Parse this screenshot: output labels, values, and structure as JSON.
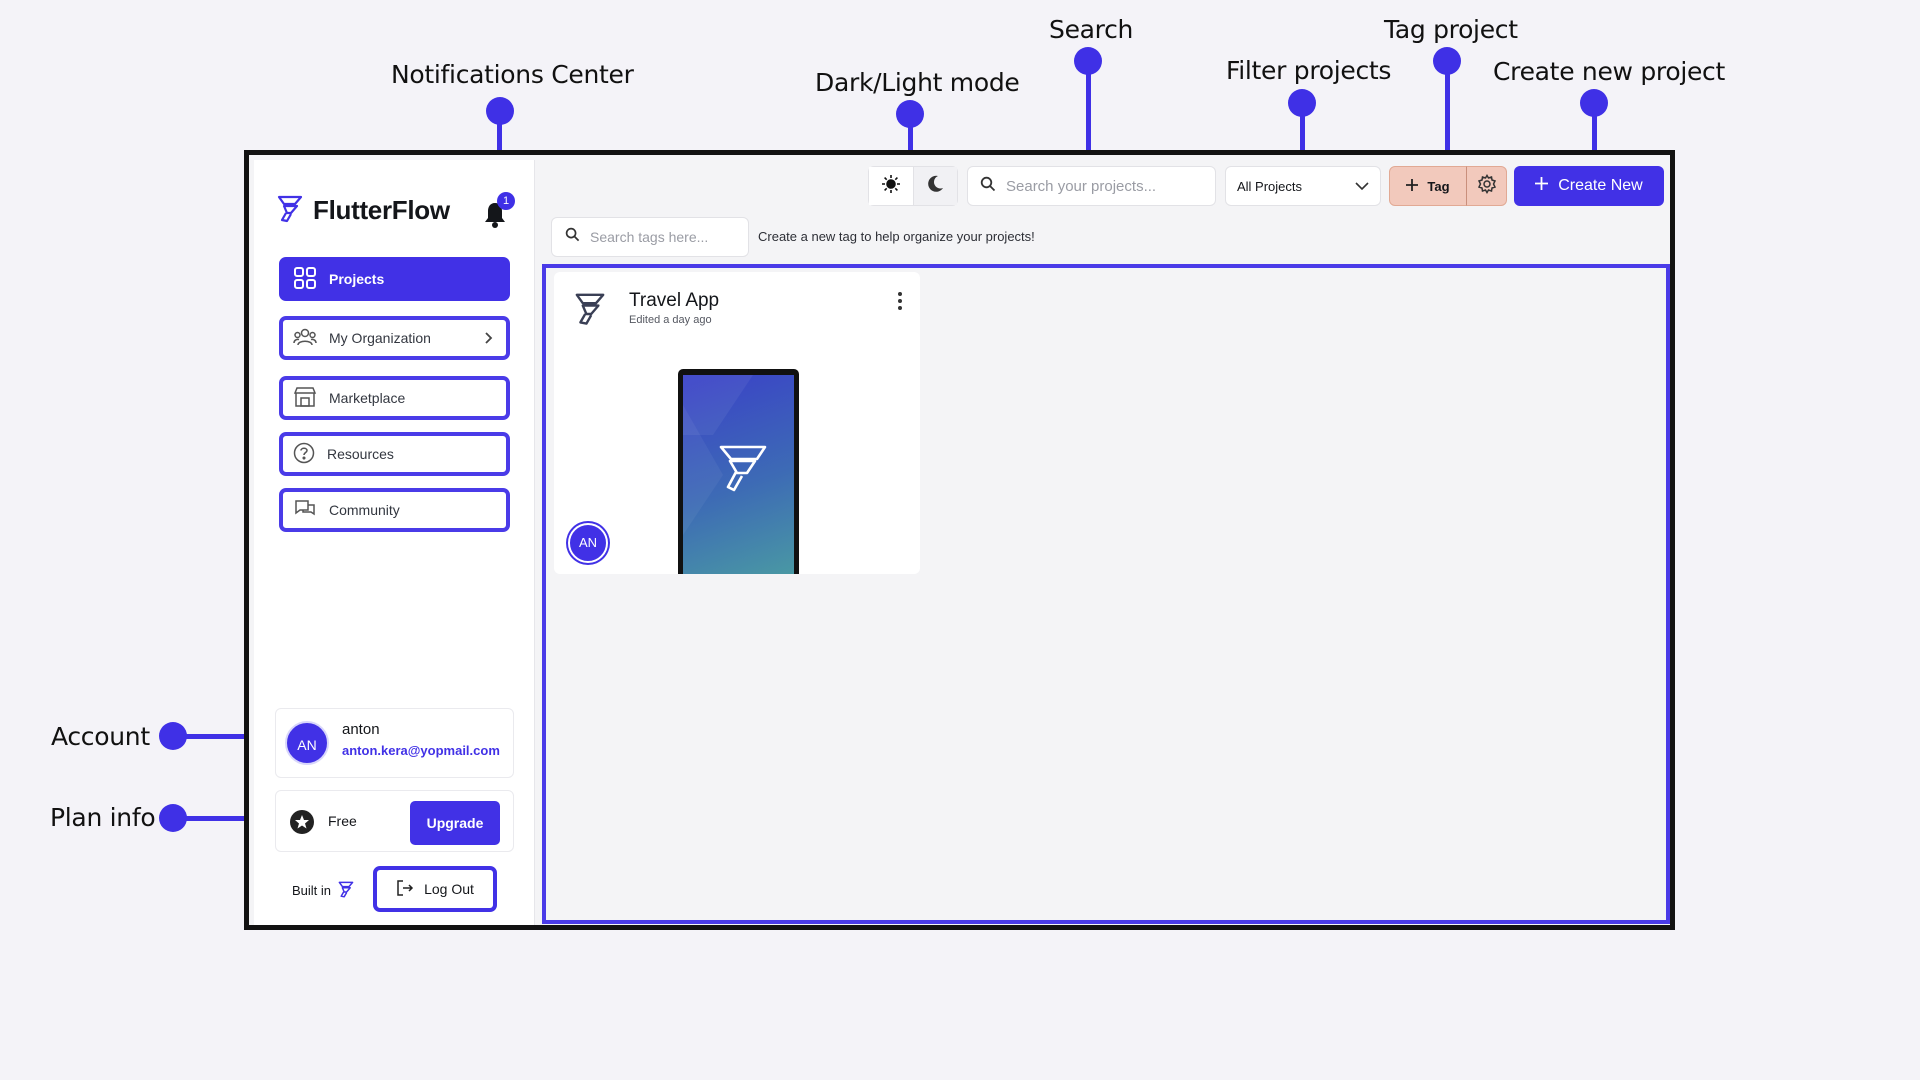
{
  "annotations": {
    "notifications": "Notifications Center",
    "dark_light": "Dark/Light mode",
    "search": "Search",
    "filter": "Filter projects",
    "tag": "Tag project",
    "create": "Create new project",
    "account": "Account",
    "plan": "Plan info"
  },
  "app": {
    "name": "FlutterFlow",
    "notification_count": "1",
    "accent_color": "#4131e6"
  },
  "sidebar": {
    "items": [
      {
        "label": "Projects",
        "icon": "grid-icon"
      },
      {
        "label": "My Organization",
        "icon": "users-icon"
      },
      {
        "label": "Marketplace",
        "icon": "store-icon"
      },
      {
        "label": "Resources",
        "icon": "help-circle-icon"
      },
      {
        "label": "Community",
        "icon": "chat-icon"
      }
    ],
    "account": {
      "initials": "AN",
      "name": "anton",
      "email": "anton.kera@yopmail.com"
    },
    "plan": {
      "label": "Free",
      "upgrade": "Upgrade"
    },
    "built_in": "Built in",
    "logout": "Log Out"
  },
  "toolbar": {
    "search_placeholder": "Search your projects...",
    "filter_value": "All Projects",
    "tag_label": "Tag",
    "create_label": "Create New"
  },
  "tags": {
    "search_placeholder": "Search tags here...",
    "hint": "Create a new tag to help organize your projects!"
  },
  "projects": [
    {
      "title": "Travel App",
      "subtitle": "Edited a day ago",
      "owner_initials": "AN"
    }
  ]
}
